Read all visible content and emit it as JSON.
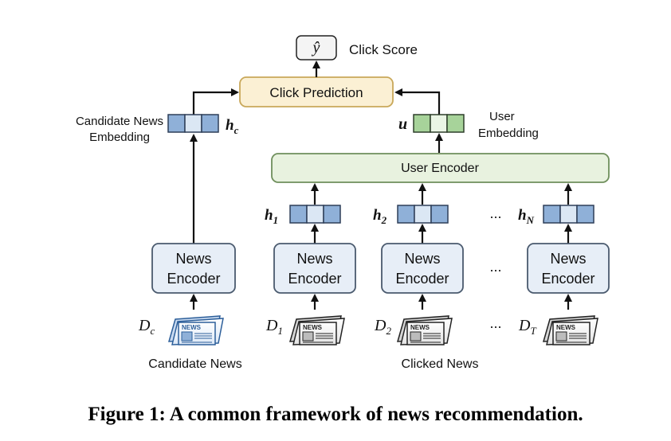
{
  "colors": {
    "click_prediction_fill": "#fbf0d4",
    "click_prediction_stroke": "#c9a85a",
    "user_encoder_fill": "#e8f2df",
    "user_encoder_stroke": "#6f8f5c",
    "news_encoder_fill": "#e7eef7",
    "news_encoder_stroke": "#4a5a6e",
    "blue_cell_dark": "#8fb0d8",
    "blue_cell_light": "#dbe7f4",
    "green_cell_dark": "#a7d39a",
    "green_cell_light": "#eaf5e5",
    "y_hat_fill": "#f4f4f4"
  },
  "icons": {
    "candidate_news": "news-paper-icon-blue",
    "clicked_news": "news-paper-icon-gray"
  },
  "top": {
    "y_hat": "ŷ",
    "click_score": "Click Score",
    "click_prediction": "Click Prediction"
  },
  "candidate": {
    "embedding_label_line1": "Candidate News",
    "embedding_label_line2": "Embedding",
    "h_c_base": "h",
    "h_c_sub": "c",
    "encoder_line1": "News",
    "encoder_line2": "Encoder",
    "d_c_base": "D",
    "d_c_sub": "c",
    "news_label": "Candidate News"
  },
  "user": {
    "u_symbol": "u",
    "embedding_label_line1": "User",
    "embedding_label_line2": "Embedding",
    "encoder": "User Encoder"
  },
  "clicked": {
    "h1_base": "h",
    "h1_sub": "1",
    "h2_base": "h",
    "h2_sub": "2",
    "hN_base": "h",
    "hN_sub": "N",
    "ellipsis": "...",
    "encoder_line1": "News",
    "encoder_line2": "Encoder",
    "d1_base": "D",
    "d1_sub": "1",
    "d2_base": "D",
    "d2_sub": "2",
    "dT_base": "D",
    "dT_sub": "T",
    "news_label": "Clicked News",
    "newspaper_text": "NEWS"
  },
  "caption": "Figure 1: A common framework of news recommendation."
}
